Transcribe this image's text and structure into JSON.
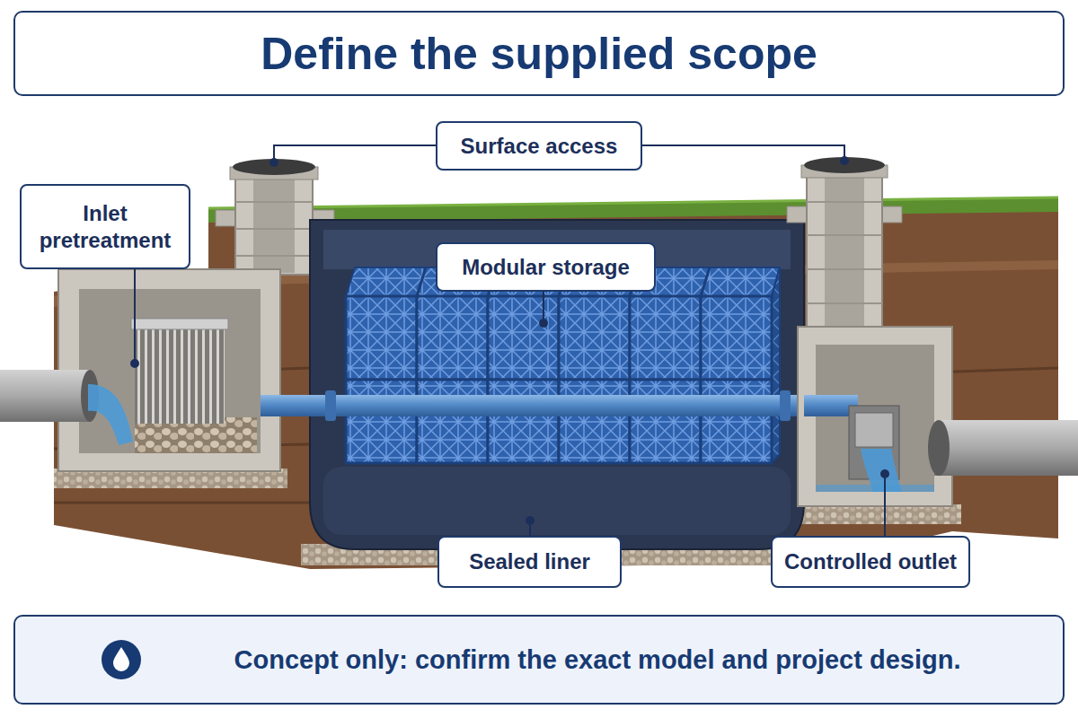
{
  "diagram": {
    "title": "Define the supplied scope",
    "caption": "Concept only: confirm the exact model and project design.",
    "nodes": [
      {
        "text": [
          "Surface access"
        ]
      },
      {
        "text": [
          "Inlet pretreatment"
        ]
      },
      {
        "text": [
          "Modular storage"
        ]
      },
      {
        "text": [
          "Sealed liner"
        ]
      },
      {
        "text": [
          "Controlled outlet"
        ]
      }
    ]
  }
}
